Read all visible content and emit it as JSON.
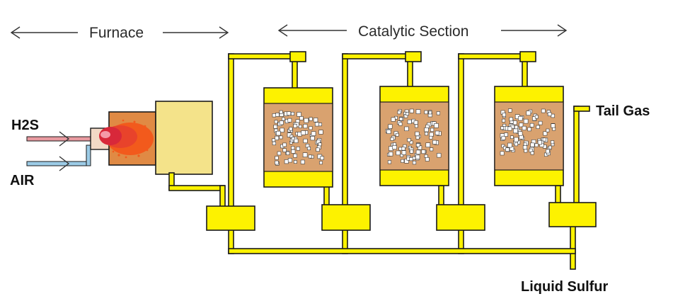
{
  "sections": {
    "furnace": "Furnace",
    "catalytic": "Catalytic Section"
  },
  "streams": {
    "h2s": "H2S",
    "air": "AIR",
    "tail_gas": "Tail Gas",
    "liquid_sulfur": "Liquid Sulfur"
  },
  "colors": {
    "pipe": "#fdf200",
    "catalyst_bed": "#d9a26f",
    "furnace_shell": "#e08a44",
    "waste_heat_boiler": "#f4e38a",
    "flame_core": "#d8283a",
    "flame_outer": "#f25a1c",
    "h2s_line": "#e89aa0",
    "air_line": "#9ccbe6"
  },
  "icons": {
    "flame": "flame-icon",
    "catalyst_pellets": "catalyst-pellets-icon"
  }
}
